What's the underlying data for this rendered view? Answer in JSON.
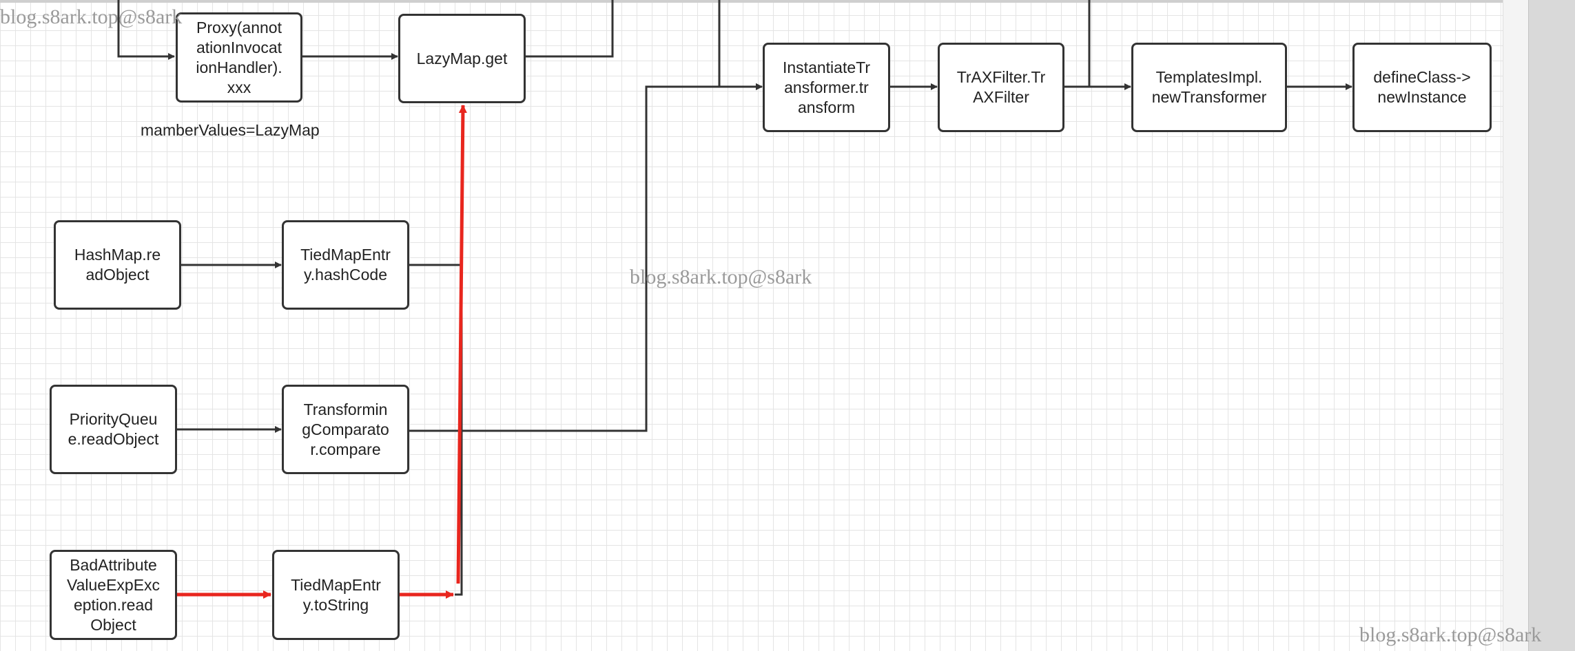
{
  "nodes": {
    "proxy": "Proxy(annot\nationInvocat\nionHandler).\nxxx",
    "lazymap": "LazyMap.get",
    "instantiate": "InstantiateTr\nansformer.tr\nansform",
    "traxfilter": "TrAXFilter.Tr\nAXFilter",
    "templates": "TemplatesImpl.\nnewTransformer",
    "defineclass": "defineClass->\nnewInstance",
    "hashmap": "HashMap.re\nadObject",
    "tiedhash": "TiedMapEntr\ny.hashCode",
    "priority": "PriorityQueu\ne.readObject",
    "transforming": "Transformin\ngComparato\nr.compare",
    "badattr": "BadAttribute\nValueExpExc\neption.read\nObject",
    "tiedtostring": "TiedMapEntr\ny.toString"
  },
  "labels": {
    "member_values": "mamberValues=LazyMap"
  },
  "watermarks": {
    "top_left": "blog.s8ark.top@s8ark",
    "center": "blog.s8ark.top@s8ark",
    "bottom_right": "blog.s8ark.top@s8ark"
  },
  "colors": {
    "edge": "#333333",
    "highlight": "#e8261e"
  }
}
